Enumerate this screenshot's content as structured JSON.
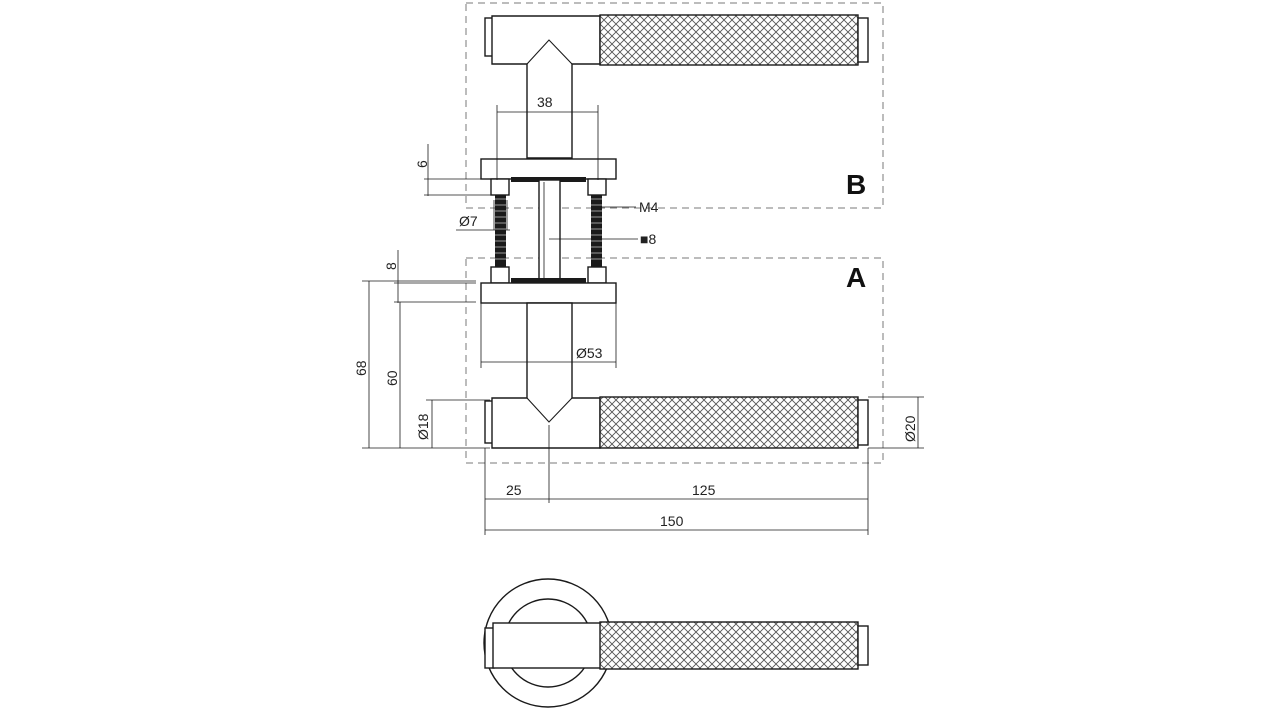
{
  "zones": {
    "a": "A",
    "b": "B"
  },
  "dimensions": {
    "rose_spacing": "38",
    "rose_thickness": "6",
    "screw_diameter": "Ø7",
    "thread": "M4",
    "spindle": "■8",
    "base_offset": "8",
    "overall_height": "68",
    "lever_height": "60",
    "rose_diameter": "Ø53",
    "hub_diameter": "Ø18",
    "grip_diameter": "Ø20",
    "hub_length": "25",
    "grip_length": "125",
    "total_length": "150"
  },
  "colors": {
    "line": "#1a1a1a",
    "frame": "#7a7a7a",
    "knurl": "#555555",
    "background": "#ffffff"
  }
}
